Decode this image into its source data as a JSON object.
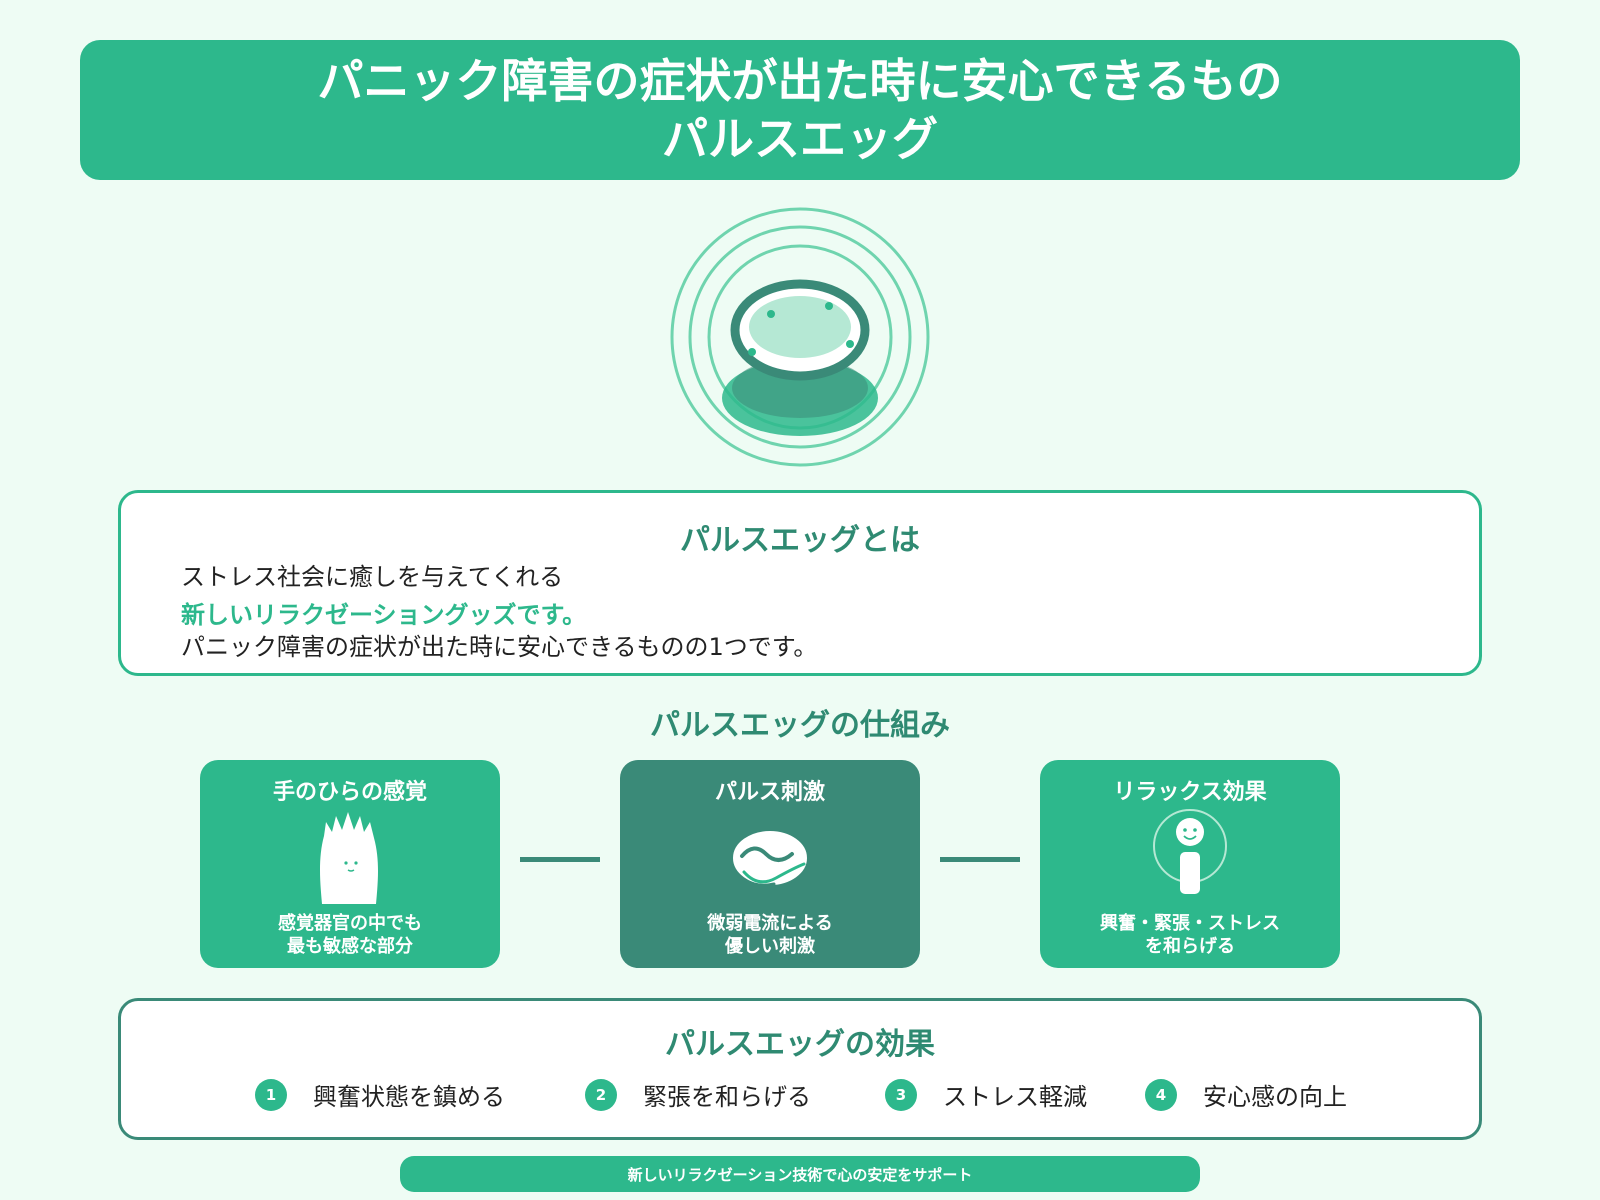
{
  "title": {
    "line1": "パニック障害の症状が出た時に安心できるもの",
    "line2": "パルスエッグ"
  },
  "hero": {
    "icon": "pulse-egg-device-icon"
  },
  "about": {
    "title": "パルスエッグとは",
    "line1": "ストレス社会に癒しを与えてくれる",
    "line2": "新しいリラクゼーショングッズです。",
    "line3": "パニック障害の症状が出た時に安心できるものの1つです。"
  },
  "mechanism": {
    "title": "パルスエッグの仕組み",
    "steps": [
      {
        "title": "手のひらの感覚",
        "desc": "感覚器官の中でも\n最も敏感な部分",
        "icon": "palm-hand-icon"
      },
      {
        "title": "パルス刺激",
        "desc": "微弱電流による\n優しい刺激",
        "icon": "pulse-wave-icon"
      },
      {
        "title": "リラックス効果",
        "desc": "興奮・緊張・ストレス\nを和らげる",
        "icon": "relaxed-person-icon"
      }
    ]
  },
  "effects": {
    "title": "パルスエッグの効果",
    "items": [
      {
        "num": "1",
        "label": "興奮状態を鎮める"
      },
      {
        "num": "2",
        "label": "緊張を和らげる"
      },
      {
        "num": "3",
        "label": "ストレス軽減"
      },
      {
        "num": "4",
        "label": "安心感の向上"
      }
    ]
  },
  "footer": {
    "text": "新しいリラクゼーション技術で心の安定をサポート"
  },
  "colors": {
    "background": "#eefcf4",
    "primary": "#2db88c",
    "dark": "#3a8a78",
    "heading": "#2f8a72"
  }
}
